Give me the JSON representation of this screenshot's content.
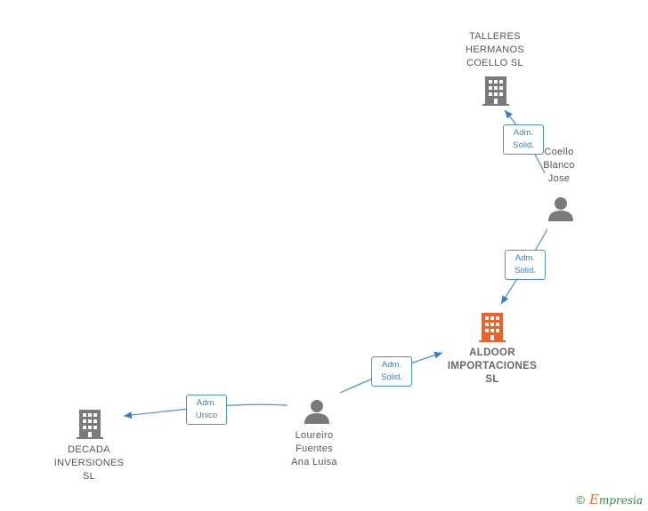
{
  "nodes": {
    "talleres": {
      "lines": [
        "TALLERES",
        "HERMANOS",
        "COELLO  SL"
      ]
    },
    "coello": {
      "lines": [
        "Coello",
        "Blanco",
        "Jose"
      ]
    },
    "aldoor": {
      "lines": [
        "ALDOOR",
        "IMPORTACIONES",
        "SL"
      ]
    },
    "loureiro": {
      "lines": [
        "Loureiro",
        "Fuentes",
        "Ana Luisa"
      ]
    },
    "decada": {
      "lines": [
        "DECADA",
        "INVERSIONES",
        "SL"
      ]
    }
  },
  "edges": {
    "coello_talleres": {
      "line1": "Adm.",
      "line2": "Solid."
    },
    "coello_aldoor": {
      "line1": "Adm.",
      "line2": "Solid."
    },
    "loureiro_aldoor": {
      "line1": "Adm.",
      "line2": "Solid."
    },
    "loureiro_decada": {
      "line1": "Adm.",
      "line2": "Unico"
    }
  },
  "colors": {
    "company": "#7a7a7a",
    "company_highlight": "#f0602a",
    "person": "#7a7a7a",
    "edge": "#4a90d9"
  },
  "footer": {
    "copyright": "©",
    "brand_initial": "E",
    "brand_rest": "mpresia"
  }
}
